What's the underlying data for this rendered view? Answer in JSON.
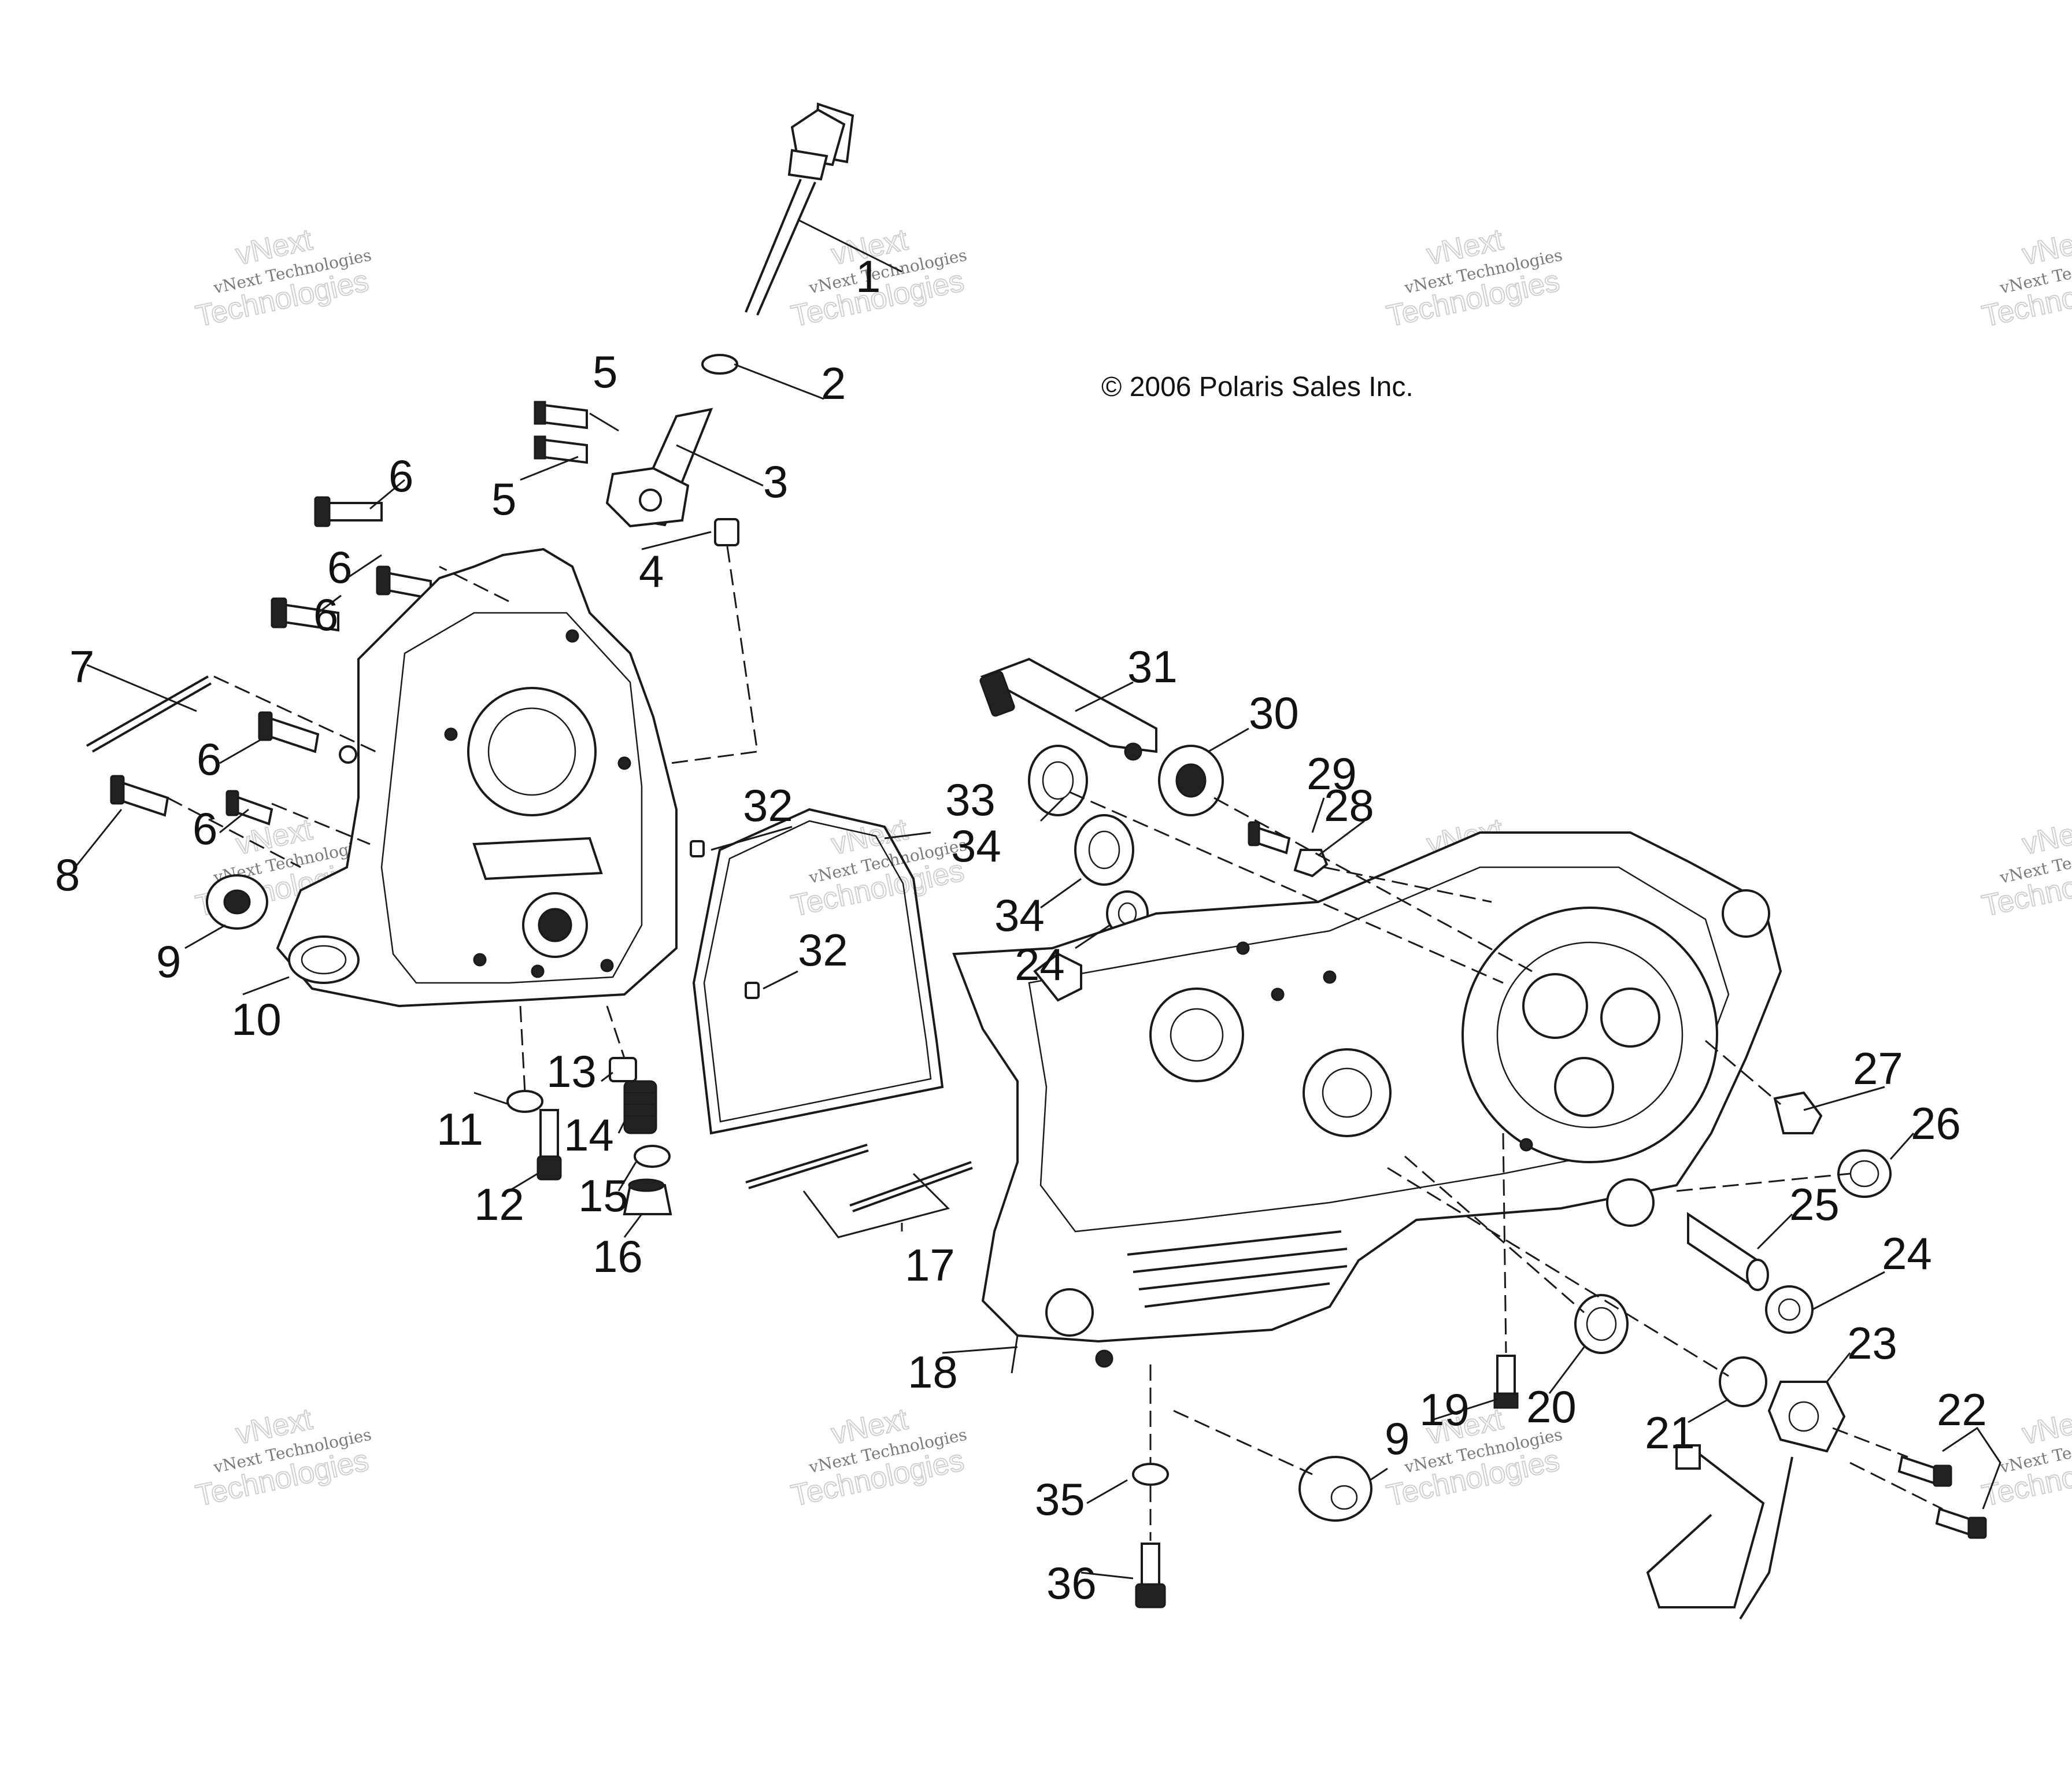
{
  "copyright": "© 2006 Polaris Sales Inc.",
  "watermark": {
    "line1": "vNext Technologies",
    "line2_a": "vNext",
    "line2_b": "Technologies"
  },
  "labels": {
    "l1": "1",
    "l2": "2",
    "l3": "3",
    "l4": "4",
    "l5a": "5",
    "l5b": "5",
    "l6a": "6",
    "l6b": "6",
    "l6c": "6",
    "l6d": "6",
    "l6e": "6",
    "l7": "7",
    "l8": "8",
    "l9a": "9",
    "l9b": "9",
    "l10": "10",
    "l11": "11",
    "l12": "12",
    "l13": "13",
    "l14": "14",
    "l15": "15",
    "l16": "16",
    "l17": "17",
    "l18": "18",
    "l19": "19",
    "l20": "20",
    "l21": "21",
    "l22": "22",
    "l23": "23",
    "l24a": "24",
    "l24b": "24",
    "l25": "25",
    "l26": "26",
    "l27": "27",
    "l28": "28",
    "l29": "29",
    "l30": "30",
    "l31": "31",
    "l32a": "32",
    "l32b": "32",
    "l33": "33",
    "l34a": "34",
    "l34b": "34",
    "l35": "35",
    "l36": "36"
  }
}
